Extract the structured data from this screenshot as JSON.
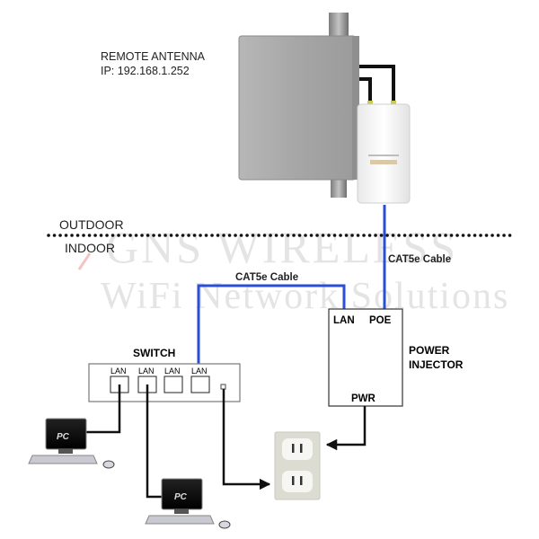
{
  "watermark": {
    "line1": "GNS WIRELESS",
    "line2": "WiFi Network Solutions"
  },
  "zones": {
    "outdoor": "OUTDOOR",
    "indoor": "INDOOR"
  },
  "remote_antenna": {
    "title": "REMOTE ANTENNA",
    "ip": "IP: 192.168.1.252"
  },
  "cables": {
    "poe_cable": "CAT5e Cable",
    "lan_cable": "CAT5e Cable"
  },
  "power_injector": {
    "title_line1": "POWER",
    "title_line2": "INJECTOR",
    "port_lan": "LAN",
    "port_poe": "POE",
    "port_pwr": "PWR"
  },
  "switch": {
    "title": "SWITCH",
    "ports": [
      "LAN",
      "LAN",
      "LAN",
      "LAN"
    ]
  },
  "pcs": [
    {
      "label": "PC"
    },
    {
      "label": "PC"
    }
  ],
  "colors": {
    "cat5e_cable": "#2a4fd6",
    "power_cable": "#111111",
    "enclosure": "#a9a9a9"
  }
}
